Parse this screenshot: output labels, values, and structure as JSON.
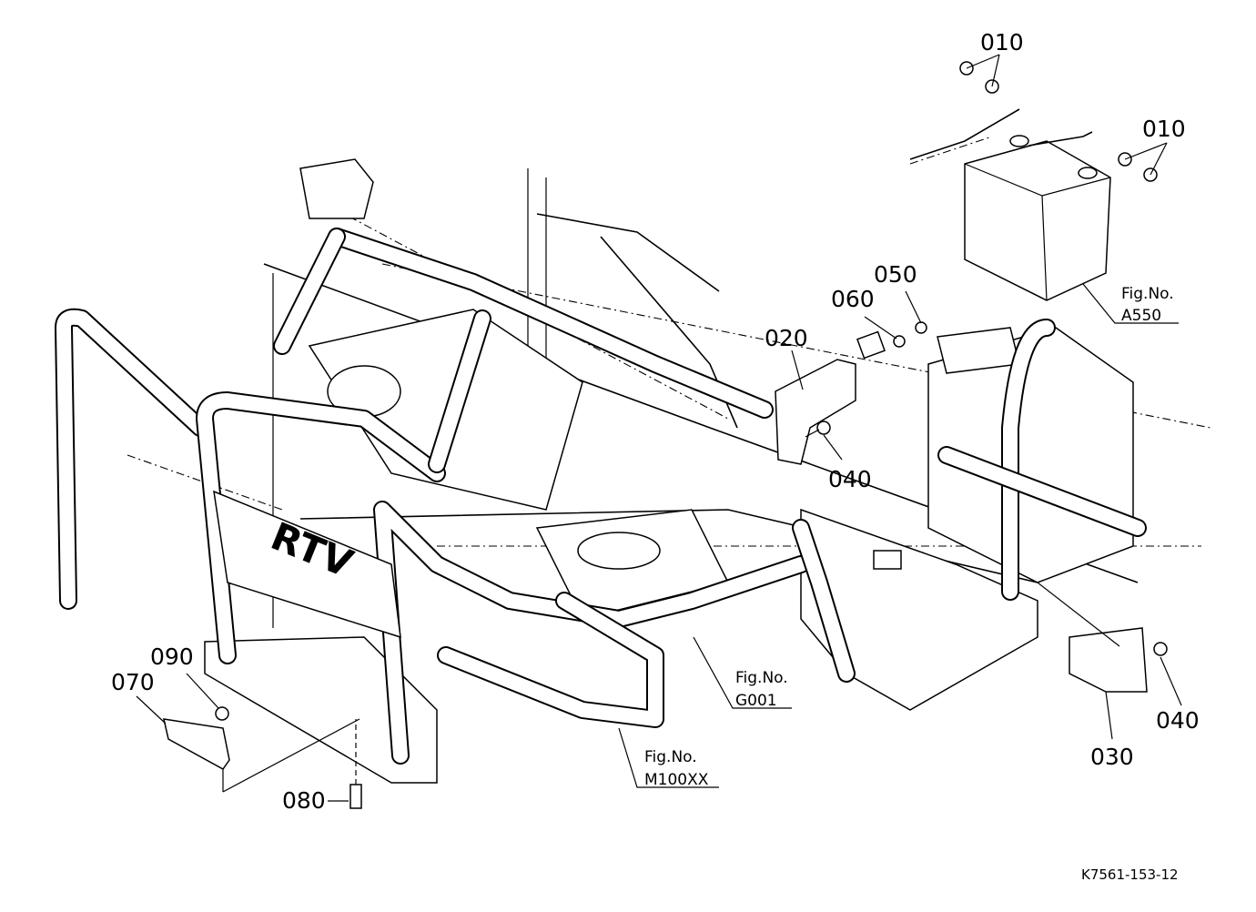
{
  "callouts": {
    "p010_top": "010",
    "p010_right": "010",
    "p020": "020",
    "p030": "030",
    "p040_mid": "040",
    "p040_right": "040",
    "p050": "050",
    "p060": "060",
    "p070": "070",
    "p080": "080",
    "p090": "090"
  },
  "figure_refs": {
    "a550": {
      "prefix": "Fig.No.",
      "number": "A550"
    },
    "g001": {
      "prefix": "Fig.No.",
      "number": "G001"
    },
    "m100xx": {
      "prefix": "Fig.No.",
      "number": "M100XX"
    }
  },
  "emblem": "RTV",
  "drawing_code": "K7561-153-12"
}
